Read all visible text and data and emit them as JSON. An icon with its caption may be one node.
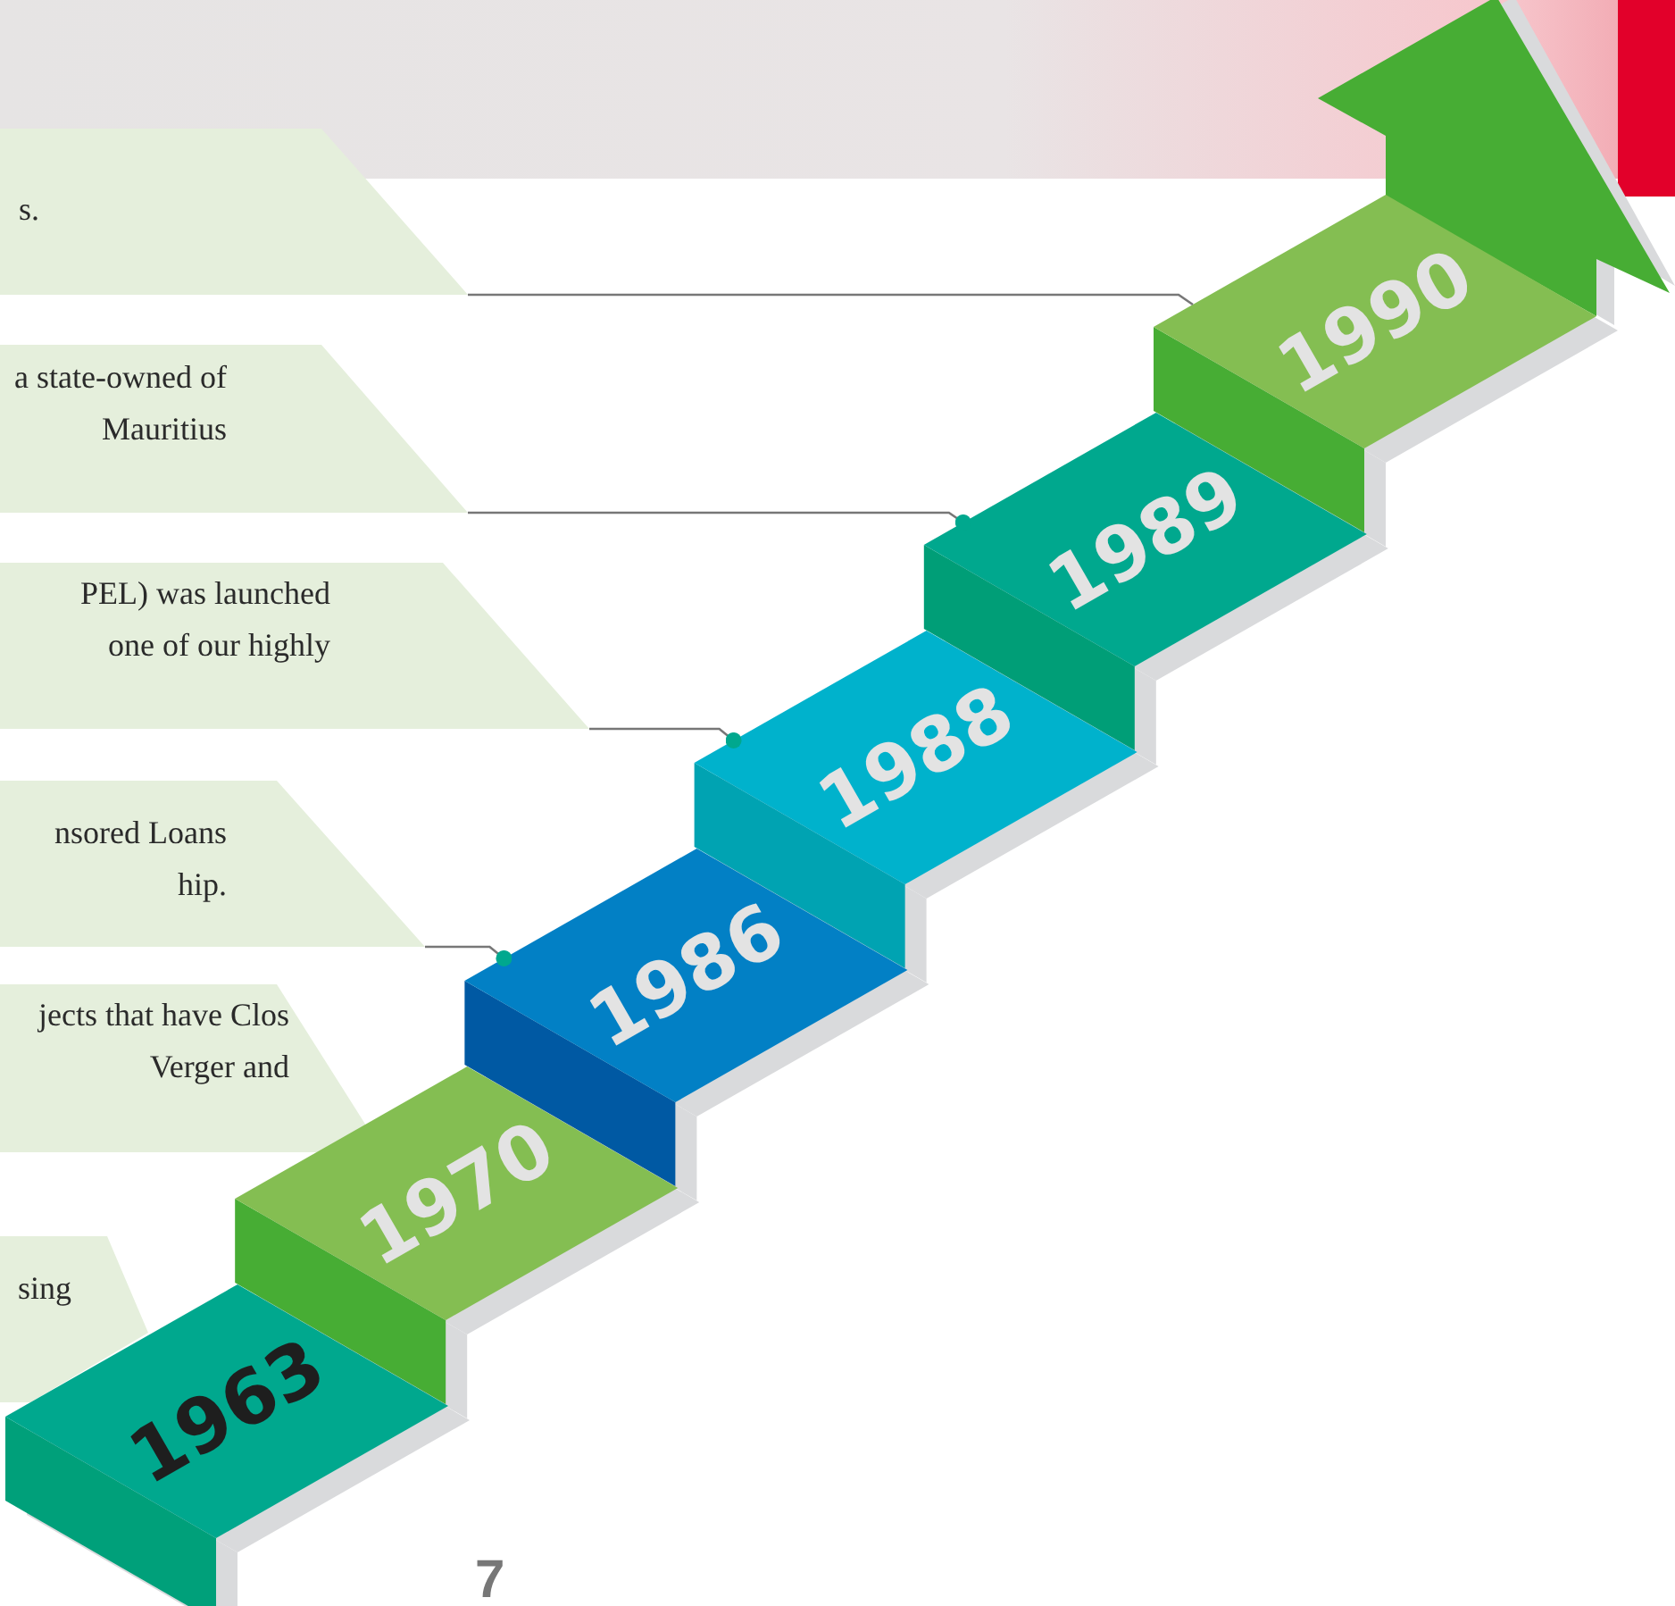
{
  "diagram": {
    "nodes": [
      {
        "text": [
          "s."
        ]
      },
      {
        "text": [
          "a state-owned of Mauritius"
        ]
      },
      {
        "text": [
          "PEL) was launched one of our highly"
        ]
      },
      {
        "text": [
          "nsored Loans hip."
        ]
      },
      {
        "text": [
          "jects that have Clos Verger and"
        ]
      },
      {
        "text": [
          "sing"
        ]
      },
      {
        "text": [
          "1963"
        ]
      },
      {
        "text": [
          "1970"
        ]
      },
      {
        "text": [
          "1986"
        ]
      },
      {
        "text": [
          "1988"
        ]
      },
      {
        "text": [
          "1989"
        ]
      },
      {
        "text": [
          "1990"
        ]
      }
    ],
    "edges": [
      {
        "from": 0,
        "to": 11,
        "arrow": "none"
      },
      {
        "from": 1,
        "to": 10,
        "arrow": "other"
      },
      {
        "from": 2,
        "to": 9,
        "arrow": "other"
      },
      {
        "from": 3,
        "to": 8,
        "arrow": "other"
      }
    ],
    "labels": [
      "7"
    ]
  }
}
